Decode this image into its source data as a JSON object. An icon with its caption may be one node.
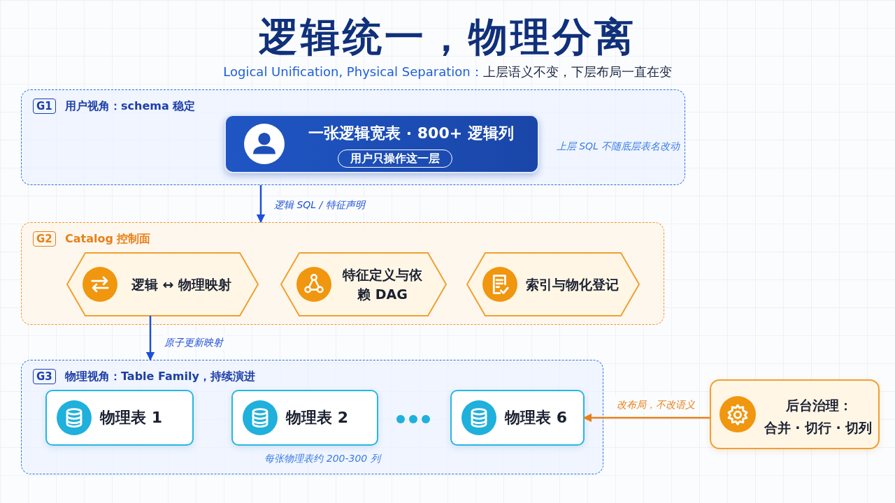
{
  "diagram": {
    "title": "逻辑统一，物理分离",
    "nodes": [
      {
        "text": [
          "G1",
          "用户视角：schema 稳定",
          "上层 SQL 不随底层表名改动"
        ]
      },
      {
        "text": [
          "一张逻辑宽表 · 800+ 逻辑列",
          "用户只操作这一层"
        ],
        "in": 0
      },
      {
        "text": [
          "G2",
          "Catalog 控制面"
        ]
      },
      {
        "text": [
          "逻辑 ↔ 物理映射"
        ],
        "in": 2
      },
      {
        "text": [
          "特征定义与依赖 DAG"
        ],
        "in": 2
      },
      {
        "text": [
          "索引与物化登记"
        ],
        "in": 2
      },
      {
        "text": [
          "G3",
          "物理视角：Table Family，持续演进",
          "每张物理表约 200-300 列"
        ]
      },
      {
        "text": [
          "物理表 1"
        ],
        "in": 6
      },
      {
        "text": [
          "物理表 2"
        ],
        "in": 6
      },
      {
        "text": [
          "物理表 6"
        ],
        "in": 6
      },
      {
        "text": [
          "后台治理：",
          "合并 · 切行 · 切列"
        ]
      }
    ],
    "edges": [
      {
        "from": 0,
        "to": 2,
        "arrow": "to",
        "label": "逻辑 SQL / 特征声明"
      },
      {
        "from": 3,
        "to": 6,
        "arrow": "to",
        "label": "原子更新映射"
      },
      {
        "from": 10,
        "to": 9,
        "arrow": "to",
        "label": "改布局，不改语义",
        "color": "#e8801a"
      }
    ],
    "labels": [
      "Logical Unification, Physical Separation：",
      "上层语义不变，下层布局一直在变"
    ]
  }
}
